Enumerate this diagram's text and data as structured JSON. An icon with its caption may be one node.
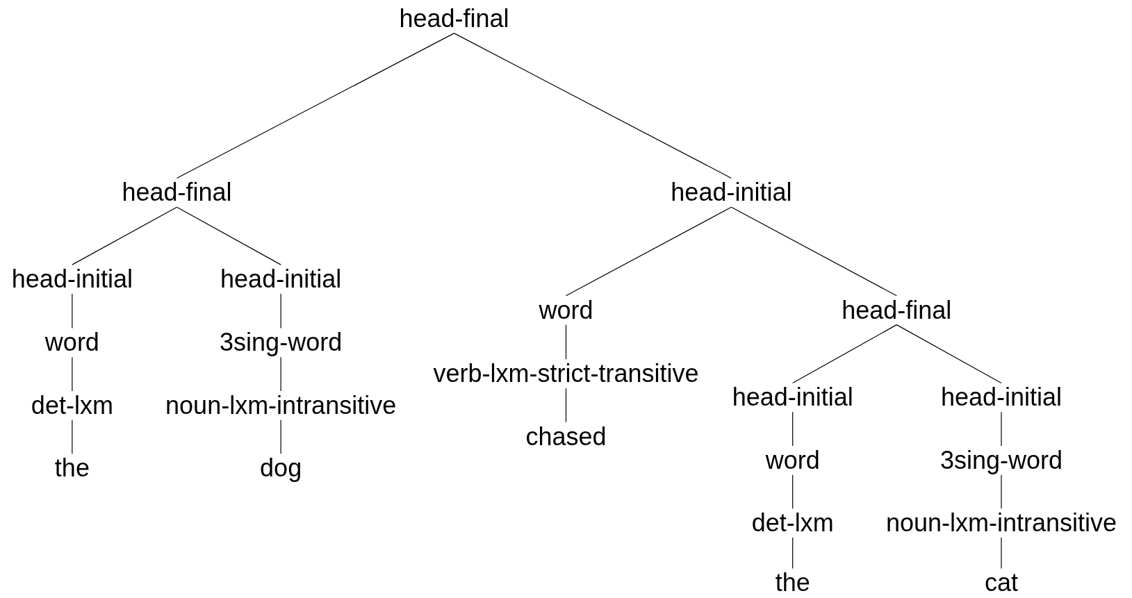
{
  "diagram": {
    "nodes": [
      {
        "text": [
          "head-final"
        ]
      },
      {
        "text": [
          "head-final"
        ]
      },
      {
        "text": [
          "head-initial"
        ]
      },
      {
        "text": [
          "head-initial"
        ]
      },
      {
        "text": [
          "word"
        ]
      },
      {
        "text": [
          "det-lxm"
        ]
      },
      {
        "text": [
          "the"
        ]
      },
      {
        "text": [
          "head-initial"
        ]
      },
      {
        "text": [
          "3sing-word"
        ]
      },
      {
        "text": [
          "noun-lxm-intransitive"
        ]
      },
      {
        "text": [
          "dog"
        ]
      },
      {
        "text": [
          "word"
        ]
      },
      {
        "text": [
          "verb-lxm-strict-transitive"
        ]
      },
      {
        "text": [
          "chased"
        ]
      },
      {
        "text": [
          "head-final"
        ]
      },
      {
        "text": [
          "head-initial"
        ]
      },
      {
        "text": [
          "word"
        ]
      },
      {
        "text": [
          "det-lxm"
        ]
      },
      {
        "text": [
          "the"
        ]
      },
      {
        "text": [
          "head-initial"
        ]
      },
      {
        "text": [
          "3sing-word"
        ]
      },
      {
        "text": [
          "noun-lxm-intransitive"
        ]
      },
      {
        "text": [
          "cat"
        ]
      }
    ],
    "edges": [
      {
        "from": 0,
        "to": 1,
        "arrow": "none"
      },
      {
        "from": 0,
        "to": 2,
        "arrow": "none"
      },
      {
        "from": 1,
        "to": 3,
        "arrow": "none"
      },
      {
        "from": 3,
        "to": 4,
        "arrow": "none"
      },
      {
        "from": 4,
        "to": 5,
        "arrow": "none"
      },
      {
        "from": 5,
        "to": 6,
        "arrow": "none"
      },
      {
        "from": 1,
        "to": 7,
        "arrow": "none"
      },
      {
        "from": 7,
        "to": 8,
        "arrow": "none"
      },
      {
        "from": 8,
        "to": 9,
        "arrow": "none"
      },
      {
        "from": 9,
        "to": 10,
        "arrow": "none"
      },
      {
        "from": 2,
        "to": 11,
        "arrow": "none"
      },
      {
        "from": 11,
        "to": 12,
        "arrow": "none"
      },
      {
        "from": 12,
        "to": 13,
        "arrow": "none"
      },
      {
        "from": 2,
        "to": 14,
        "arrow": "none"
      },
      {
        "from": 14,
        "to": 15,
        "arrow": "none"
      },
      {
        "from": 15,
        "to": 16,
        "arrow": "none"
      },
      {
        "from": 16,
        "to": 17,
        "arrow": "none"
      },
      {
        "from": 17,
        "to": 18,
        "arrow": "none"
      },
      {
        "from": 14,
        "to": 19,
        "arrow": "none"
      },
      {
        "from": 19,
        "to": 20,
        "arrow": "none"
      },
      {
        "from": 20,
        "to": 21,
        "arrow": "none"
      },
      {
        "from": 21,
        "to": 22,
        "arrow": "none"
      }
    ]
  }
}
